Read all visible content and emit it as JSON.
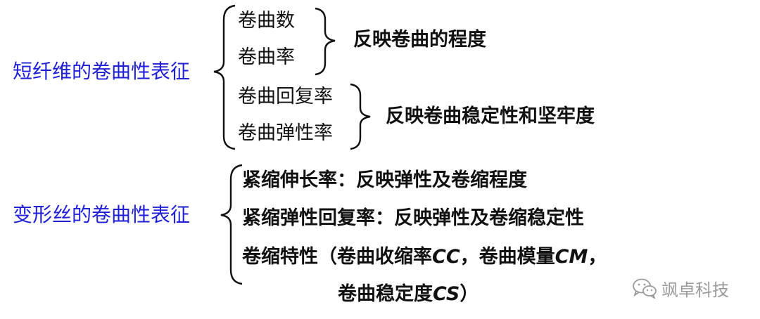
{
  "sections": [
    {
      "title": "短纤维的卷曲性表征",
      "groups": [
        {
          "items": [
            "卷曲数",
            "卷曲率"
          ],
          "note": "反映卷曲的程度"
        },
        {
          "items": [
            "卷曲回复率",
            "卷曲弹性率"
          ],
          "note": "反映卷曲稳定性和坚牢度"
        }
      ]
    },
    {
      "title": "变形丝的卷曲性表征",
      "lines": [
        "紧缩伸长率：反映弹性及卷缩程度",
        "紧缩弹性回复率：反映弹性及卷缩稳定性"
      ],
      "line3": {
        "prefix": "卷缩特性（卷曲收缩率",
        "abbr1": "CC",
        "mid": "，卷曲模量",
        "abbr2": "CM",
        "suffix": "，"
      },
      "line4": {
        "prefix": "卷曲稳定度",
        "abbr": "CS",
        "suffix": "）"
      }
    }
  ],
  "watermark": {
    "text": "飒卓科技",
    "icon": "wechat-icon"
  },
  "colors": {
    "category_text": "#1f1fd6",
    "body_text": "#111111",
    "brace": "#111111",
    "watermark": "#9a9a9a"
  }
}
